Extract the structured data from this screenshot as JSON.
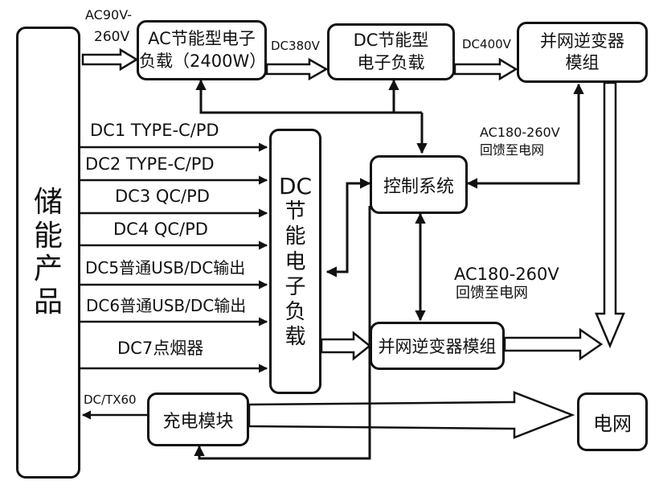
{
  "nodes": {
    "storage": "储能产品",
    "ac_load": "AC节能型电子负载（2400W）",
    "ac_load_line1": "AC节能型电子",
    "ac_load_line2": "负载（2400W）",
    "dc_load_top_line1": "DC节能型",
    "dc_load_top_line2": "电子负载",
    "inverter_top_line1": "并网逆变器",
    "inverter_top_line2": "模组",
    "dc_load_mid_line1": "DC",
    "dc_load_mid_chars": "节能电子负载",
    "control": "控制系统",
    "inverter_mid": "并网逆变器模组",
    "charger": "充电模块",
    "grid": "电网"
  },
  "labels": {
    "ac_input_line1": "AC90V-",
    "ac_input_line2": "260V",
    "dc380": "DC380V",
    "dc400": "DC400V",
    "feedback_top_line1": "AC180-260V",
    "feedback_top_line2": "回馈至电网",
    "feedback_mid_line1": "AC180-260V",
    "feedback_mid_line2": "回馈至电网",
    "dc_tx60": "DC/TX60"
  },
  "dc_outputs": [
    "DC1 TYPE-C/PD",
    "DC2 TYPE-C/PD",
    "DC3 QC/PD",
    "DC4 QC/PD",
    "DC5普通USB/DC输出",
    "DC6普通USB/DC输出",
    "DC7点烟器"
  ]
}
